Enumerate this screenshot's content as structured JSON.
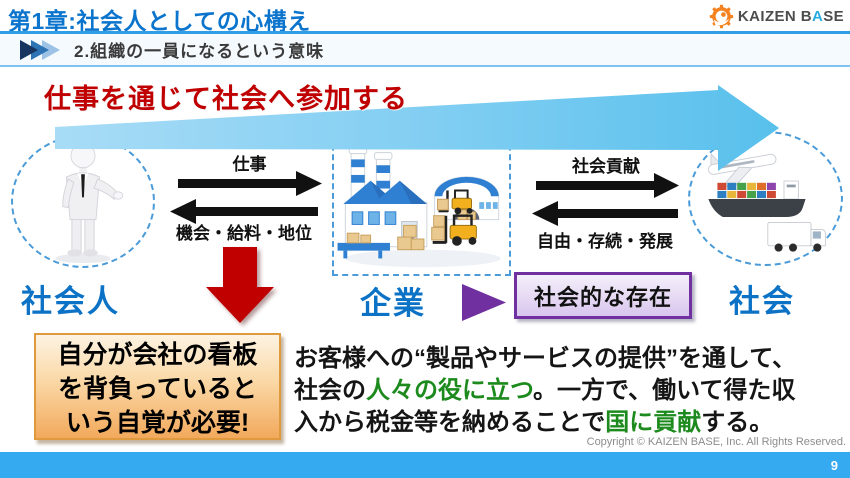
{
  "slide": {
    "chapter_title": "第1章:社会人としての心構え",
    "section_label": "2.組織の一員になるという意味",
    "logo": {
      "part1": "KAIZEN B",
      "accent": "A",
      "part2": "SE"
    },
    "headline": "仕事を通じて社会へ参加する",
    "diagram": {
      "worker_label": "社会人",
      "company_label": "企業",
      "society_label": "社会",
      "social_existence_label": "社会的な存在",
      "left_forward": "仕事",
      "left_backward": "機会・給料・地位",
      "right_forward": "社会貢献",
      "right_backward": "自由・存続・発展"
    },
    "callout": {
      "line1": "自分が会社の看板",
      "line2": "を背負っていると",
      "line3": "いう自覚が必要!"
    },
    "paragraph": {
      "line1": {
        "a": "お客様への“製品やサービスの提供”を通して、"
      },
      "line2": {
        "a": "社会の",
        "b": "人々の役に立つ",
        "c": "。一方で、働いて得た収"
      },
      "line3": {
        "a": "入から税金等を納めることで",
        "b": "国に貢献",
        "c": "する。"
      }
    },
    "footer": {
      "copyright": "Copyright © KAIZEN BASE, Inc. All Rights Reserved.",
      "page_number": "9"
    },
    "colors": {
      "accent_blue": "#0b72c6",
      "headline_red": "#c00000",
      "highlight_green": "#1c8a1c",
      "purple": "#7030a0",
      "big_arrow_blue": "#6cc6ef",
      "footer_bar_blue": "#35aaf0",
      "callout_orange": "#e09a3e"
    }
  }
}
